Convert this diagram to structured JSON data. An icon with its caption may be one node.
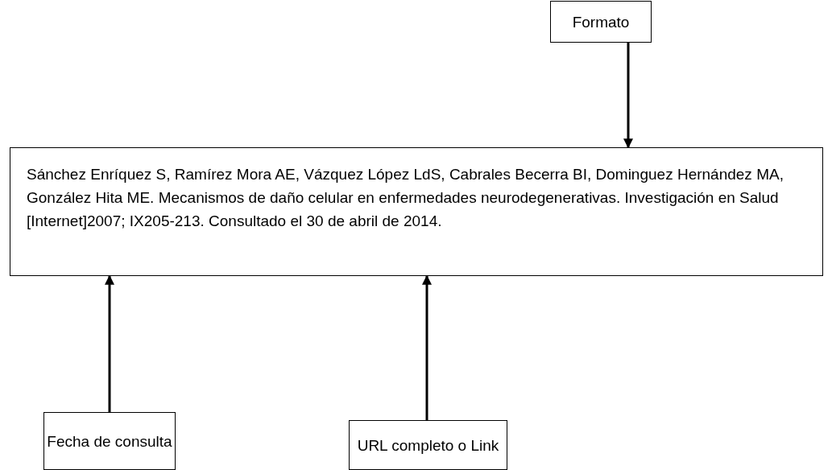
{
  "diagram": {
    "nodes": [
      {
        "text": [
          "Formato"
        ]
      },
      {
        "text": [
          "Sánchez Enríquez S, Ramírez Mora AE, Vázquez López LdS, Cabrales Becerra BI, Dominguez Hernández MA, González Hita ME. Mecanismos de daño celular en enfermedades neurodegenerativas. Investigación en Salud [Internet]2007; IX205-213. Consultado el 30 de abril de 2014."
        ]
      },
      {
        "text": [
          "Fecha de consulta"
        ]
      },
      {
        "text": [
          "URL completo o Link"
        ]
      }
    ],
    "edges": [
      {
        "from": 0,
        "to": 1,
        "arrow": "to"
      },
      {
        "from": 2,
        "to": 1,
        "arrow": "to"
      },
      {
        "from": 3,
        "to": 1,
        "arrow": "to"
      }
    ]
  }
}
